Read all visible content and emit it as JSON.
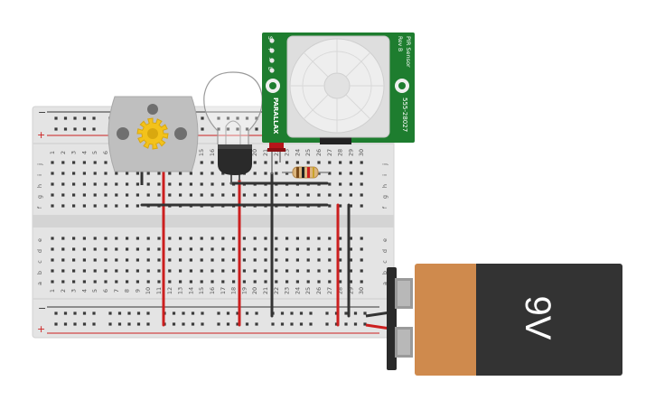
{
  "breadboard": {
    "rail_minus": "−",
    "rail_plus": "+",
    "row_letters_top": [
      "j",
      "i",
      "h",
      "g",
      "f"
    ],
    "row_letters_bottom": [
      "e",
      "d",
      "c",
      "b",
      "a"
    ],
    "column_numbers": [
      "1",
      "2",
      "3",
      "4",
      "5",
      "6",
      "7",
      "8",
      "9",
      "10",
      "11",
      "12",
      "13",
      "14",
      "15",
      "16",
      "17",
      "18",
      "19",
      "20",
      "21",
      "22",
      "23",
      "24",
      "25",
      "26",
      "27",
      "28",
      "29",
      "30"
    ]
  },
  "pir_sensor": {
    "title_line1": "PIR Sensor",
    "title_line2": "Rev B",
    "part_number": "555-28027",
    "brand": "PARALLAX",
    "pin_labels": [
      "S",
      "+",
      "−",
      "L"
    ]
  },
  "battery": {
    "label": "9V"
  },
  "colors": {
    "wire_red": "#cc1f1f",
    "wire_black": "#333333",
    "board": "#e4e4e4",
    "pcb_green": "#1e7d2f",
    "battery_copper": "#cf8a4d",
    "battery_black": "#333333",
    "led_red": "#b5161a",
    "gear_yellow": "#f3c21b"
  }
}
